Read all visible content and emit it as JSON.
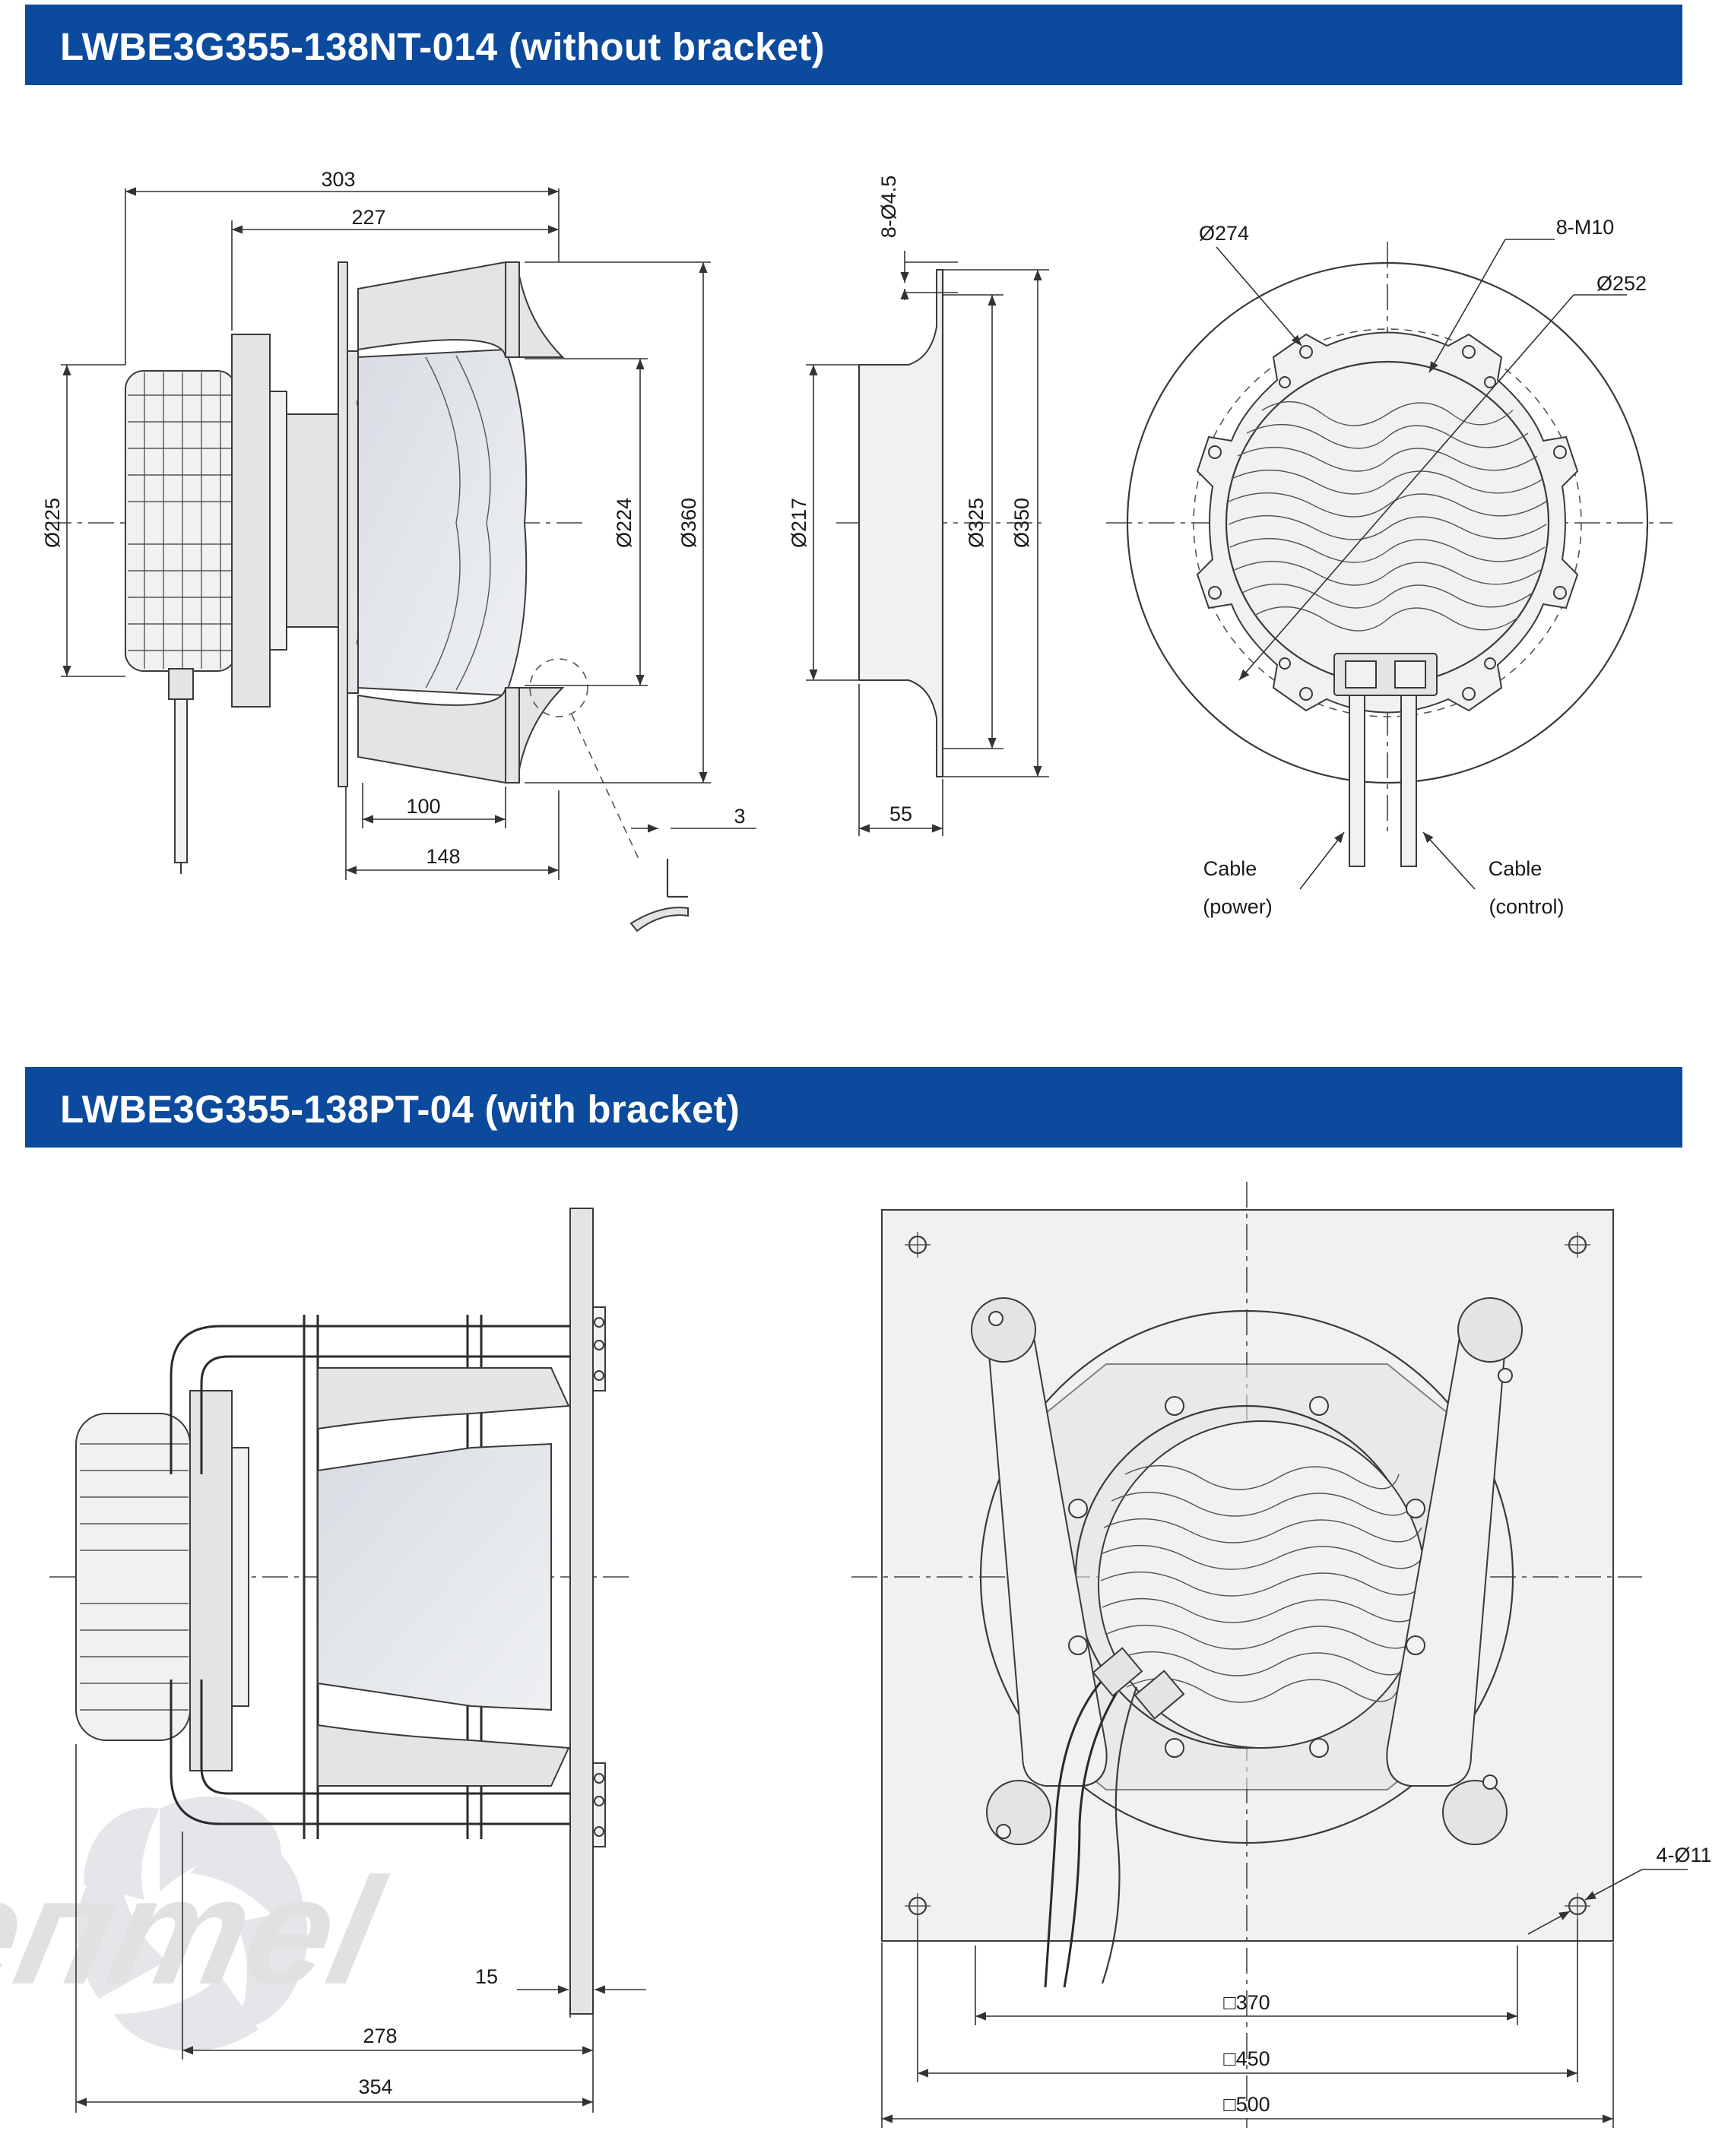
{
  "sections": [
    {
      "title": "LWBE3G355-138NT-014 (without bracket)"
    },
    {
      "title": "LWBE3G355-138PT-04 (with bracket)"
    }
  ],
  "view1": {
    "dims": {
      "d303": "303",
      "d227": "227",
      "d225": "Ø225",
      "d224": "Ø224",
      "d360": "Ø360",
      "d100": "100",
      "d148": "148",
      "d3": "3"
    }
  },
  "view2": {
    "dims": {
      "holes": "8-Ø4.5",
      "d217": "Ø217",
      "d325": "Ø325",
      "d350": "Ø350",
      "d55": "55"
    }
  },
  "view3": {
    "dims": {
      "d274": "Ø274",
      "m10": "8-M10",
      "d252": "Ø252"
    },
    "cable_power": [
      "Cable",
      "(power)"
    ],
    "cable_control": [
      "Cable",
      "(control)"
    ]
  },
  "view4": {
    "dims": {
      "d15": "15",
      "d278": "278",
      "d354": "354"
    }
  },
  "view5": {
    "dims": {
      "sq370": "□370",
      "sq450": "□450",
      "sq500": "□500",
      "holes": "4-Ø11"
    }
  },
  "watermark": {
    "text": "Veптel"
  },
  "colors": {
    "banner": "#0b4a9c",
    "banner_text": "#ffffff",
    "watermark_grey": "#c9c9c9",
    "watermark_blue": "#b5cfe9"
  }
}
